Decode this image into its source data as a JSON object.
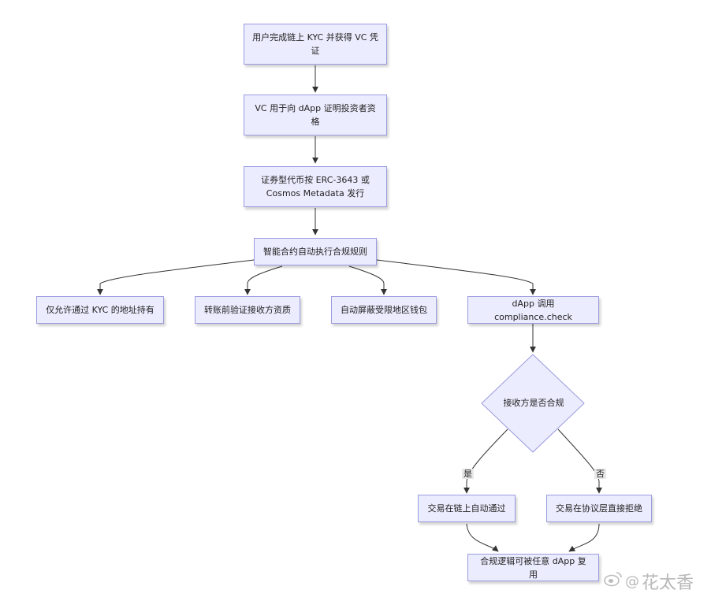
{
  "nodes": {
    "kyc": "用户完成链上 KYC 并获得 VC 凭证",
    "vc_proof": "VC 用于向 dApp 证明投资者资格",
    "issue": "证券型代币按 ERC-3643 或 Cosmos Metadata 发行",
    "contract": "智能合约自动执行合规规则",
    "kyc_only": "仅允许通过 KYC 的地址持有",
    "verify": "转账前验证接收方资质",
    "block": "自动屏蔽受限地区钱包",
    "dapp_call": "dApp 调用 compliance.check",
    "decision": "接收方是否合规",
    "pass": "交易在链上自动通过",
    "reject": "交易在协议层直接拒绝",
    "reuse": "合规逻辑可被任意 dApp 复用"
  },
  "edge_labels": {
    "yes": "是",
    "no": "否"
  },
  "watermark": {
    "text": "花太香",
    "icon": "weibo-logo-icon"
  },
  "colors": {
    "node_fill": "#ececff",
    "node_border": "#9b9be0",
    "edge": "#333333"
  }
}
